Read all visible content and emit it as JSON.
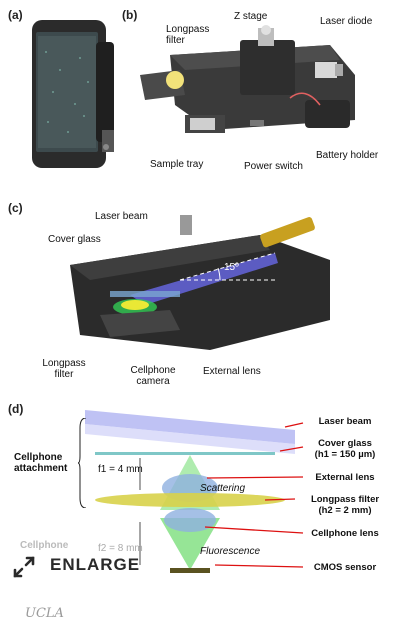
{
  "panels": {
    "a": "(a)",
    "b": "(b)",
    "c": "(c)",
    "d": "(d)"
  },
  "panel_b": {
    "longpass_filter": "Longpass filter",
    "z_stage": "Z stage",
    "laser_diode": "Laser diode",
    "sample_tray": "Sample tray",
    "power_switch": "Power switch",
    "battery_holder": "Battery holder"
  },
  "panel_c": {
    "laser_beam": "Laser beam",
    "cover_glass": "Cover glass",
    "angle": "15º",
    "longpass_filter": "Longpass filter",
    "cellphone_camera": "Cellphone camera",
    "external_lens": "External lens"
  },
  "panel_d": {
    "cellphone_attachment": "Cellphone attachment",
    "f1": "f1 = 4 mm",
    "f2": "f2 = 8 mm",
    "scattering": "Scattering",
    "fluorescence": "Fluorescence",
    "cellphone_left": "Cellphone",
    "laser_beam": "Laser beam",
    "cover_glass": "Cover glass",
    "cover_glass_h": "(h1 = 150 µm)",
    "external_lens": "External lens",
    "longpass_filter": "Longpass filter",
    "longpass_h": "(h2 = 2 mm)",
    "cellphone_lens": "Cellphone lens",
    "cmos_sensor": "CMOS sensor"
  },
  "enlarge": {
    "label": "ENLARGE",
    "icon": "expand-arrows-icon"
  },
  "credit": "UCLA"
}
